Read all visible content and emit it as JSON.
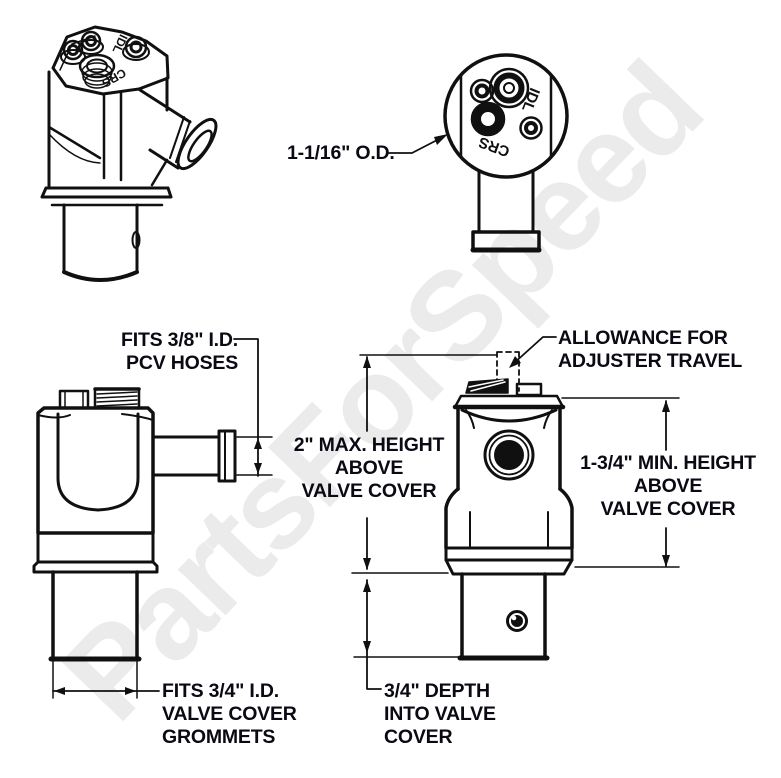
{
  "watermark": {
    "text": "PartsForSpeed",
    "color": "#ebebeb"
  },
  "colors": {
    "line": "#101010",
    "text": "#0a0a14",
    "background": "#ffffff"
  },
  "part_markings": {
    "idl": "IDL",
    "crs": "CRS"
  },
  "annotations": {
    "od": {
      "text": "1-1/16\" O.D."
    },
    "pcv_hoses": {
      "text": "FITS 3/8\" I.D.\nPCV HOSES"
    },
    "allowance": {
      "text": "ALLOWANCE FOR\nADJUSTER TRAVEL"
    },
    "max_height": {
      "text": "2\" MAX. HEIGHT\nABOVE\nVALVE COVER"
    },
    "min_height": {
      "text": "1-3/4\" MIN. HEIGHT\nABOVE\nVALVE COVER"
    },
    "grommets": {
      "text": "FITS 3/4\" I.D.\nVALVE COVER\nGROMMETS"
    },
    "depth": {
      "text": "3/4\" DEPTH\nINTO VALVE\nCOVER"
    }
  }
}
